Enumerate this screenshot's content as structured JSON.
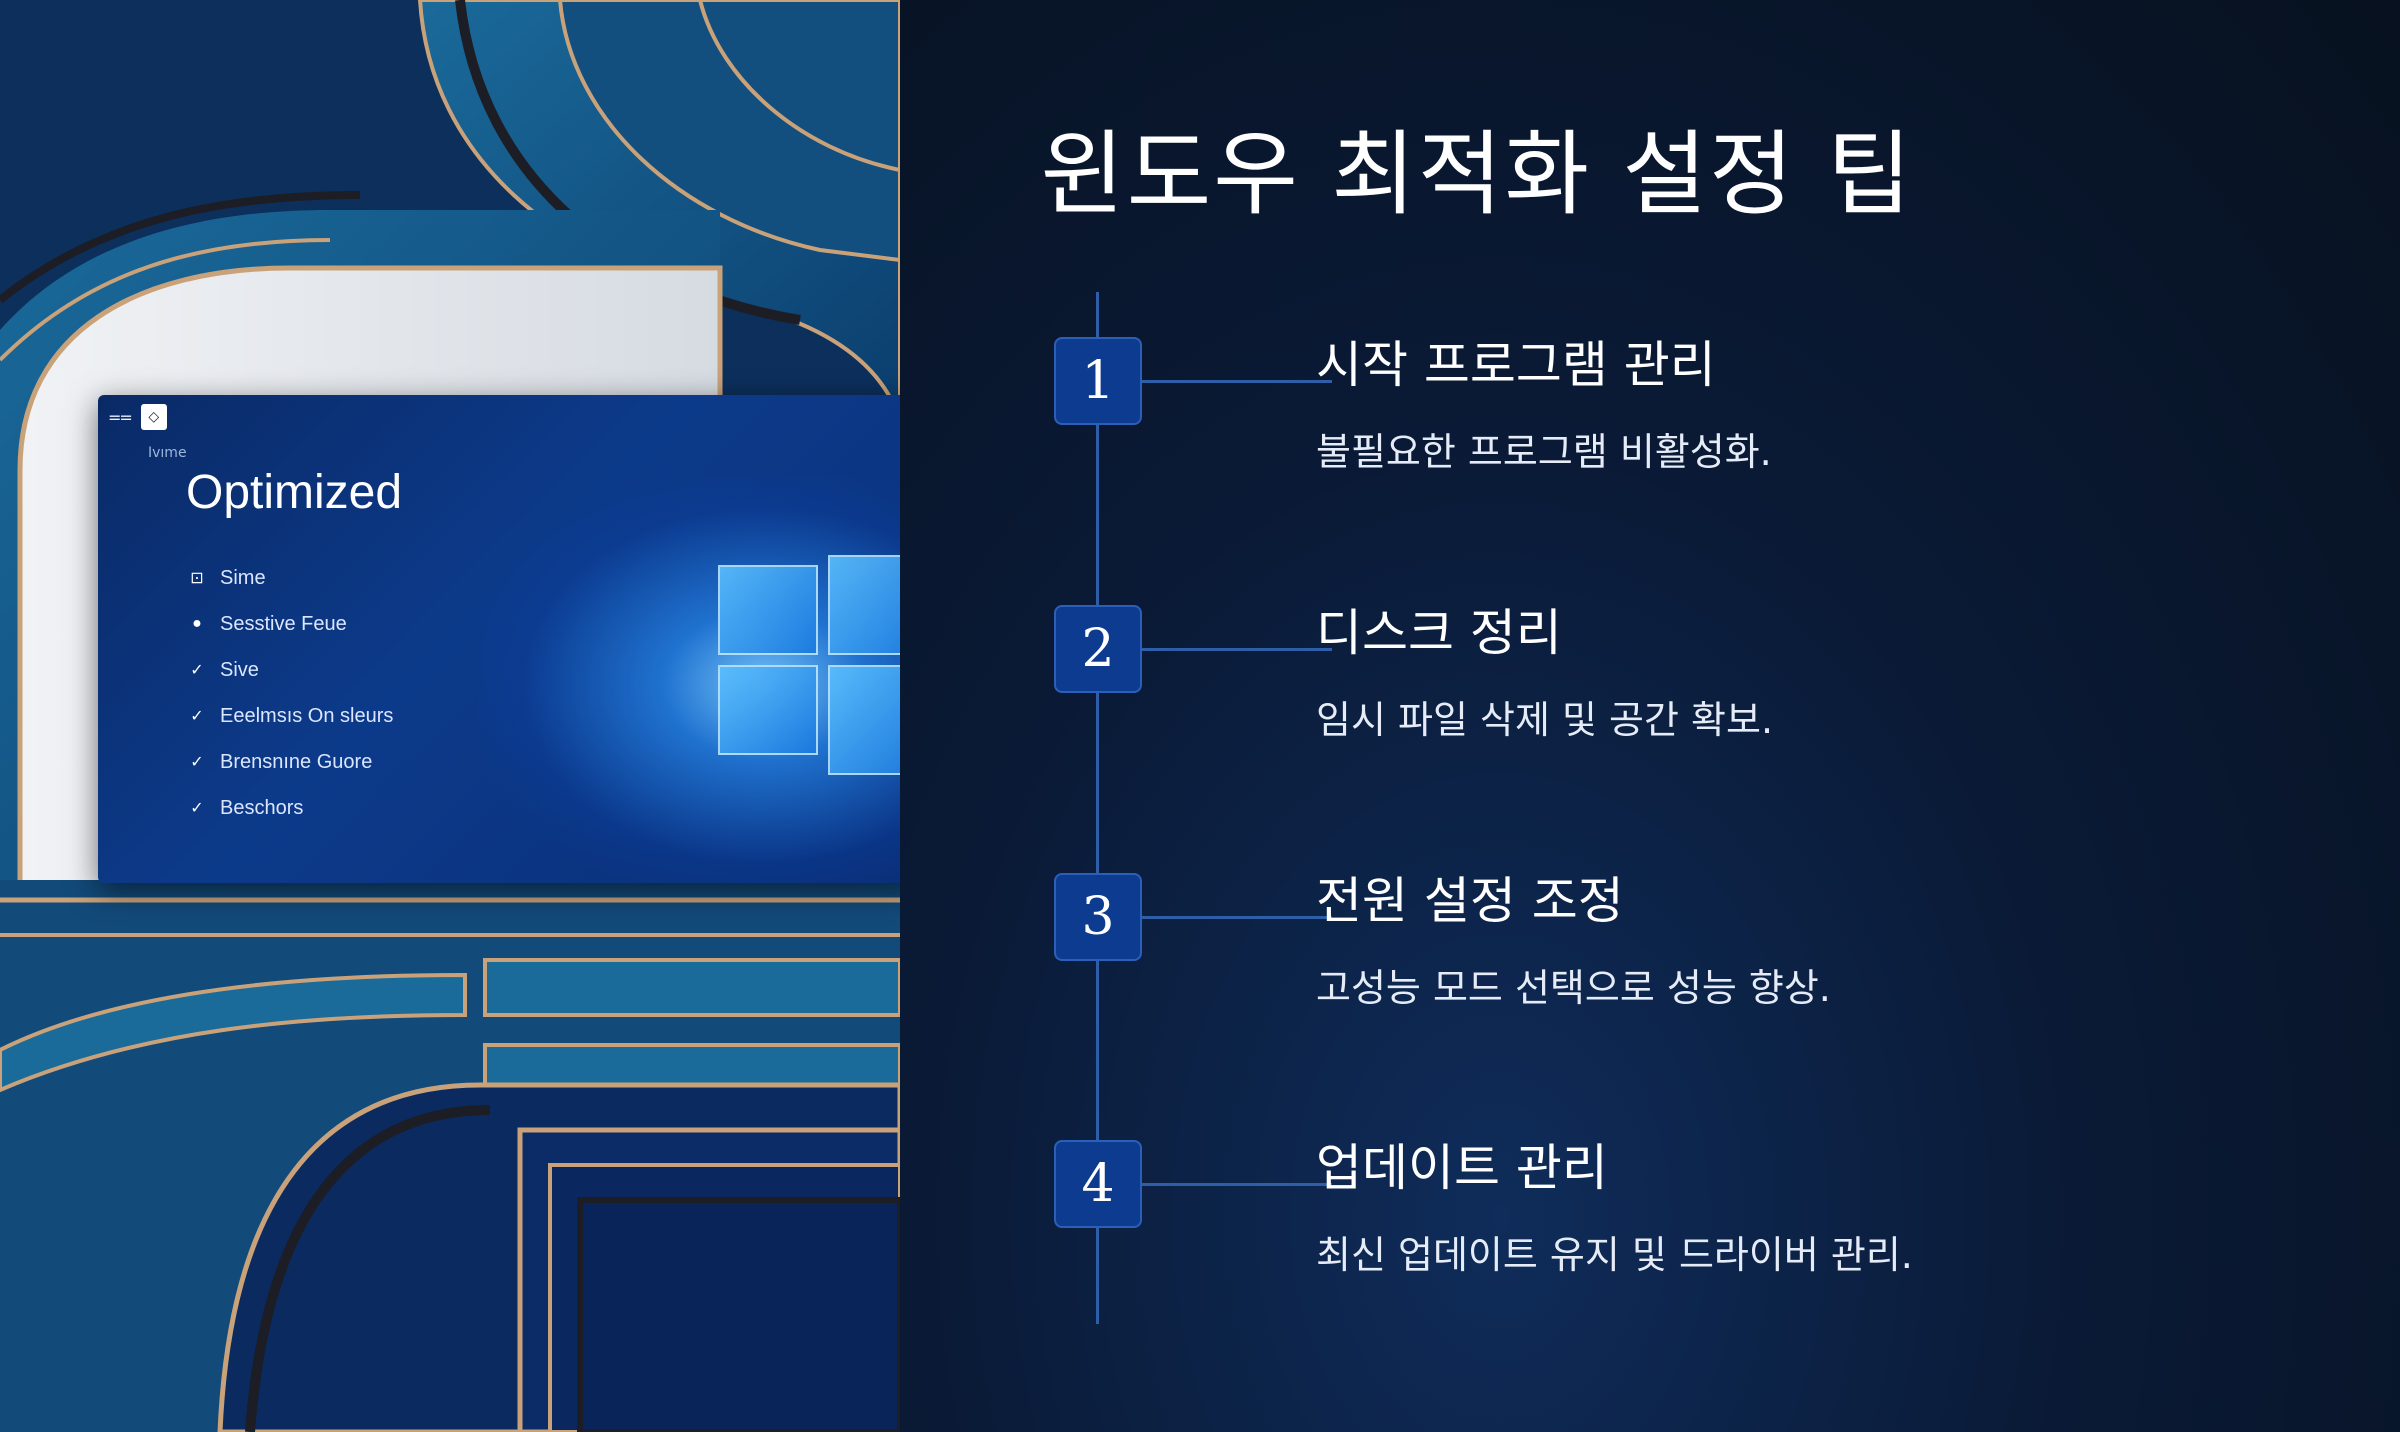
{
  "title": "윈도우 최적화 설정 팁",
  "illustration": {
    "window_subtitle": "Ivıme",
    "window_heading": "Optimized",
    "menu_icon": "==",
    "app_icon": "◇",
    "items": [
      {
        "icon": "square-icon",
        "glyph": "⊡",
        "label": "Sime"
      },
      {
        "icon": "user-icon",
        "glyph": "●",
        "label": "Sesstive Feue"
      },
      {
        "icon": "check-icon",
        "glyph": "✓",
        "label": "Sive"
      },
      {
        "icon": "check-icon",
        "glyph": "✓",
        "label": "Eeelmsıs On sleurs"
      },
      {
        "icon": "check-icon",
        "glyph": "✓",
        "label": "Brensnıne Guore"
      },
      {
        "icon": "check-icon",
        "glyph": "✓",
        "label": "Beschors"
      }
    ]
  },
  "steps": [
    {
      "number": "1",
      "title": "시작 프로그램 관리",
      "description": "불필요한 프로그램 비활성화."
    },
    {
      "number": "2",
      "title": "디스크 정리",
      "description": "임시 파일 삭제 및 공간 확보."
    },
    {
      "number": "3",
      "title": "전원 설정 조정",
      "description": "고성능 모드 선택으로 성능 향상."
    },
    {
      "number": "4",
      "title": "업데이트 관리",
      "description": "최신 업데이트 유지 및 드라이버 관리."
    }
  ],
  "colors": {
    "background": "#07111f",
    "accent": "#0d3b8f",
    "line": "#2f5ea8",
    "text": "#ffffff"
  }
}
